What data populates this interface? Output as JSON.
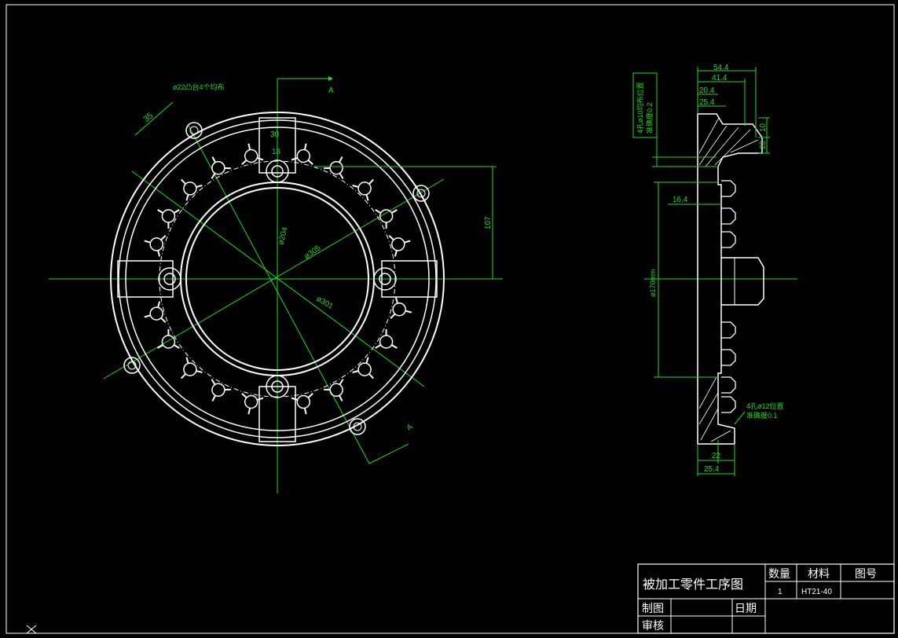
{
  "drawing": {
    "section_label_top": "A",
    "section_label_bottom": "A",
    "front_view_dims": {
      "boss_note": "ø22凸台4个均布",
      "d35": "35",
      "d30": "30",
      "d18": "18",
      "d204": "ø204",
      "d305": "ø305",
      "d301": "ø301",
      "d107": "107"
    },
    "side_view_dims": {
      "d54": "54.4",
      "d41": "41.4",
      "d20_4": "20.4",
      "d25_4_top": "25.4",
      "d20": "20",
      "d10": "10",
      "d16": "16.4",
      "d170": "ø170mm",
      "d22": "22",
      "d25_4_bottom": "25.4",
      "note_top_l1": "4孔ø10均布位置",
      "note_top_l2": "准确度0.2",
      "note_bottom_l1": "4孔ø12位置",
      "note_bottom_l2": "准确度0.1"
    }
  },
  "title_block": {
    "title": "被加工零件工序图",
    "qty_label": "数量",
    "material_label": "材料",
    "drawing_no_label": "图号",
    "qty_value": "1",
    "material_value": "HT21-40",
    "drafter_label": "制图",
    "date_label": "日期",
    "checker_label": "审核"
  }
}
